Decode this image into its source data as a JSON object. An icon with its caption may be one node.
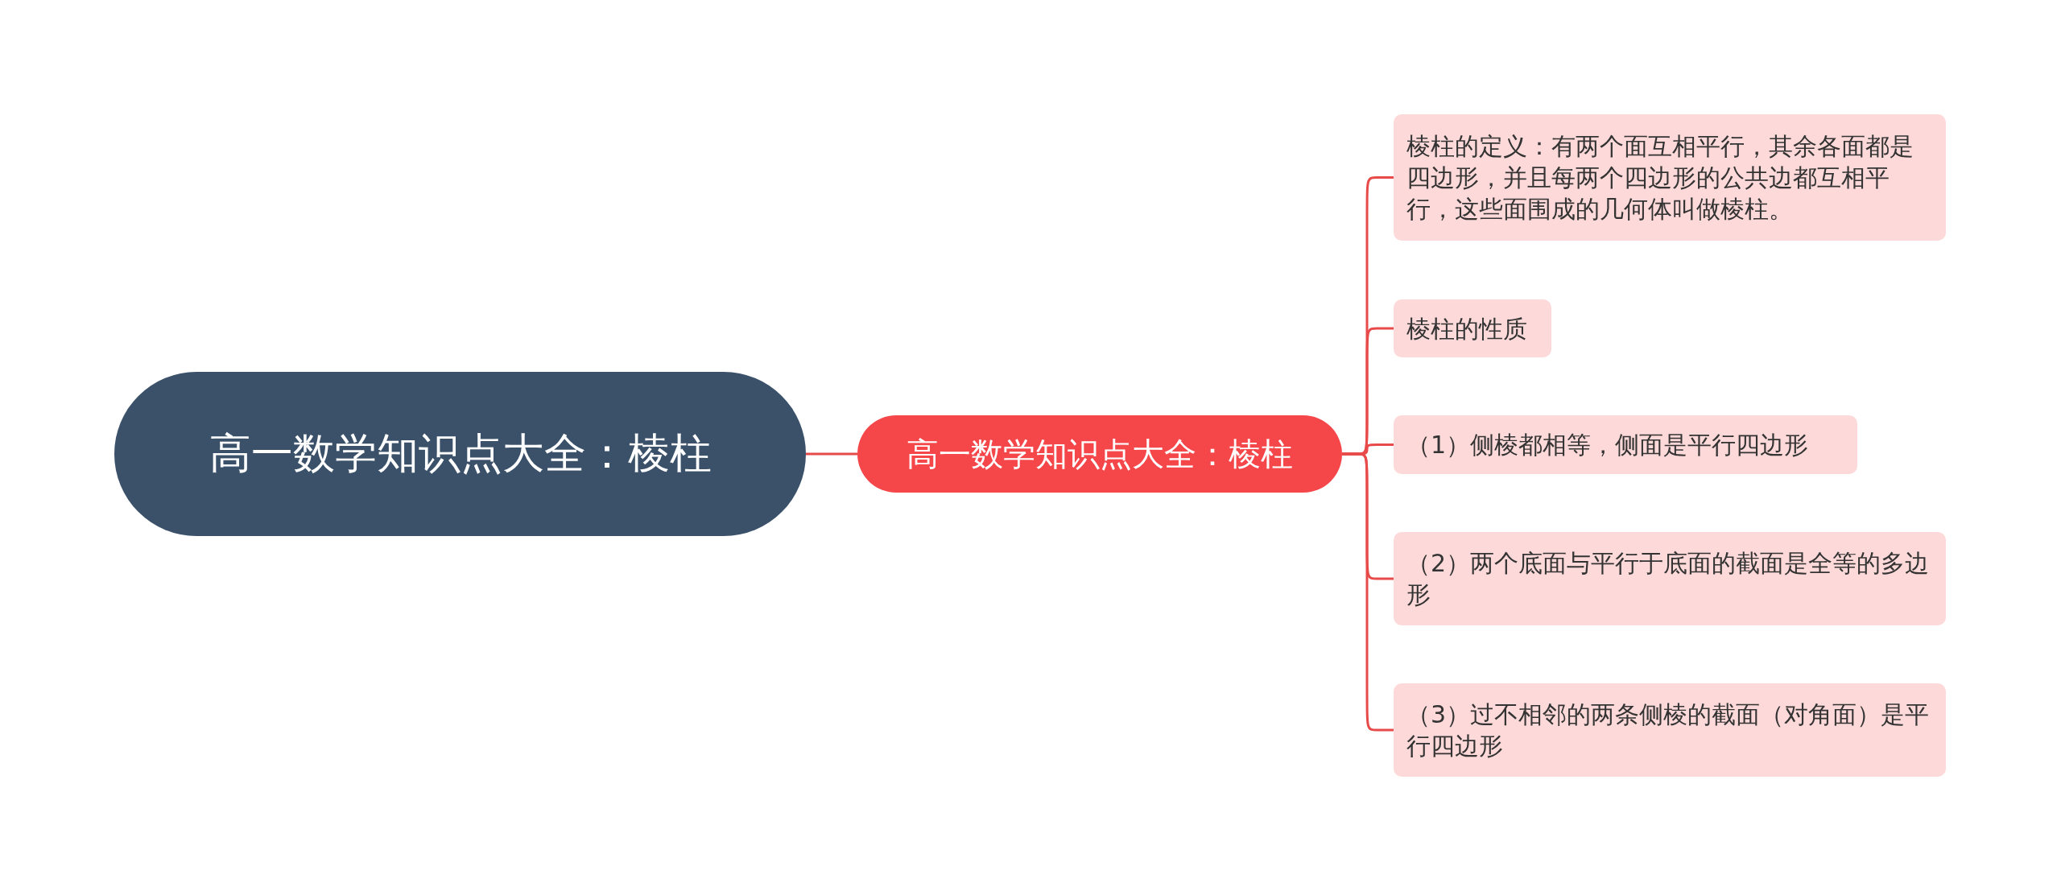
{
  "diagram": {
    "nodes": [
      {
        "text": [
          "高一数学知识点大全：棱柱"
        ]
      },
      {
        "text": [
          "高一数学知识点大全：棱柱"
        ]
      },
      {
        "text": [
          "棱柱的定义：有两个面互相平行，其余各面都是四边形，并且每两个四边形的公共边都互相平行，这些面围成的几何体叫做棱柱。"
        ]
      },
      {
        "text": [
          "棱柱的性质"
        ]
      },
      {
        "text": [
          "（1）侧棱都相等，侧面是平行四边形"
        ]
      },
      {
        "text": [
          "（2）两个底面与平行于底面的截面是全等的多边形"
        ]
      },
      {
        "text": [
          "（3）过不相邻的两条侧棱的截面（对角面）是平行四边形"
        ]
      }
    ],
    "edges": [
      {
        "from": 0,
        "to": 1,
        "arrow": "none"
      },
      {
        "from": 1,
        "to": 2,
        "arrow": "none"
      },
      {
        "from": 1,
        "to": 3,
        "arrow": "none"
      },
      {
        "from": 1,
        "to": 4,
        "arrow": "none"
      },
      {
        "from": 1,
        "to": 5,
        "arrow": "none"
      },
      {
        "from": 1,
        "to": 6,
        "arrow": "none"
      }
    ]
  }
}
